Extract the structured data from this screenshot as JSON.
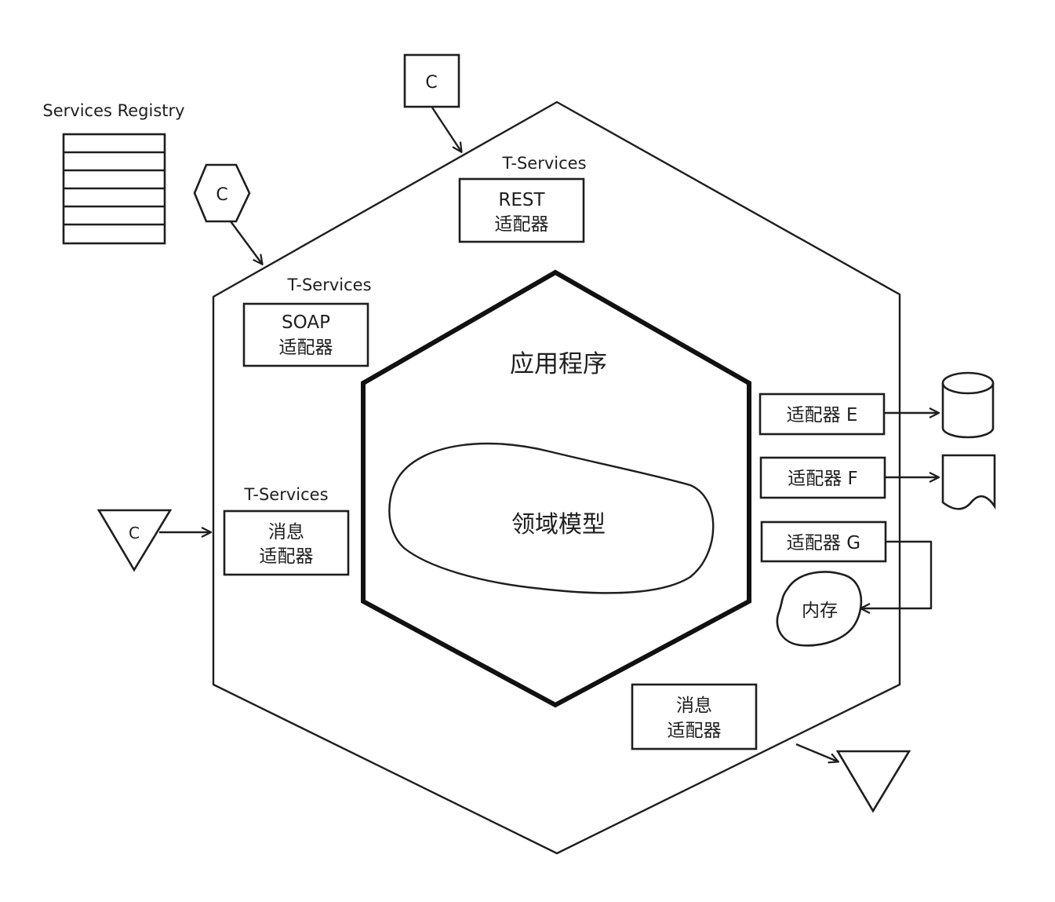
{
  "registry": {
    "title": "Services Registry",
    "rows": 6
  },
  "clients": {
    "top_label": "C",
    "hex_label": "C",
    "tri_label": "C"
  },
  "outer": {
    "t_services_top": "T-Services",
    "t_services_left": "T-Services",
    "t_services_lower": "T-Services",
    "rest_line1": "REST",
    "rest_line2": "适配器",
    "soap_line1": "SOAP",
    "soap_line2": "适配器",
    "msg_left_line1": "消息",
    "msg_left_line2": "适配器",
    "msg_bottom_line1": "消息",
    "msg_bottom_line2": "适配器"
  },
  "inner": {
    "app_title": "应用程序",
    "domain_label": "领域模型"
  },
  "adapters": {
    "e_label": "适配器 E",
    "f_label": "适配器 F",
    "g_label": "适配器 G"
  },
  "memory_label": "内存",
  "colors": {
    "ink": "#1e1e1e",
    "background": "#ffffff"
  }
}
